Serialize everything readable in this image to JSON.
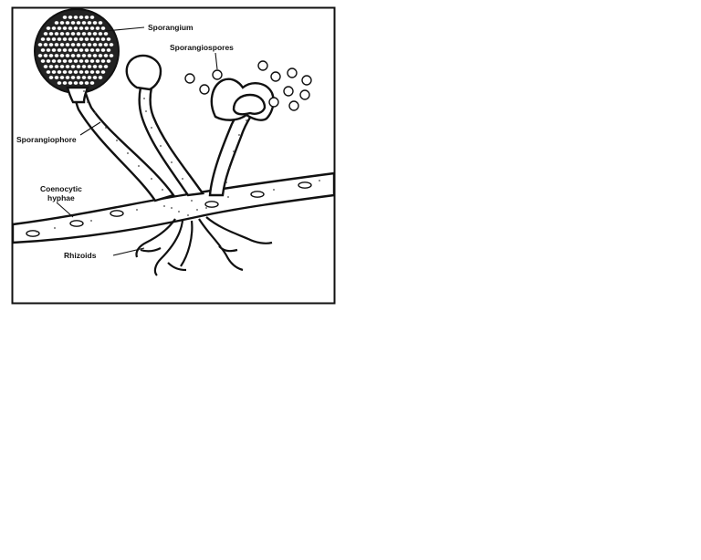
{
  "labels": {
    "sporangium": "Sporangium",
    "sporangiospores": "Sporangiospores",
    "sporangiophore": "Sporangiophore",
    "coenocytic_line1": "Coenocytic",
    "coenocytic_line2": "hyphae",
    "rhizoids": "Rhizoids"
  },
  "colors": {
    "ink": "#111111",
    "background": "#ffffff"
  }
}
